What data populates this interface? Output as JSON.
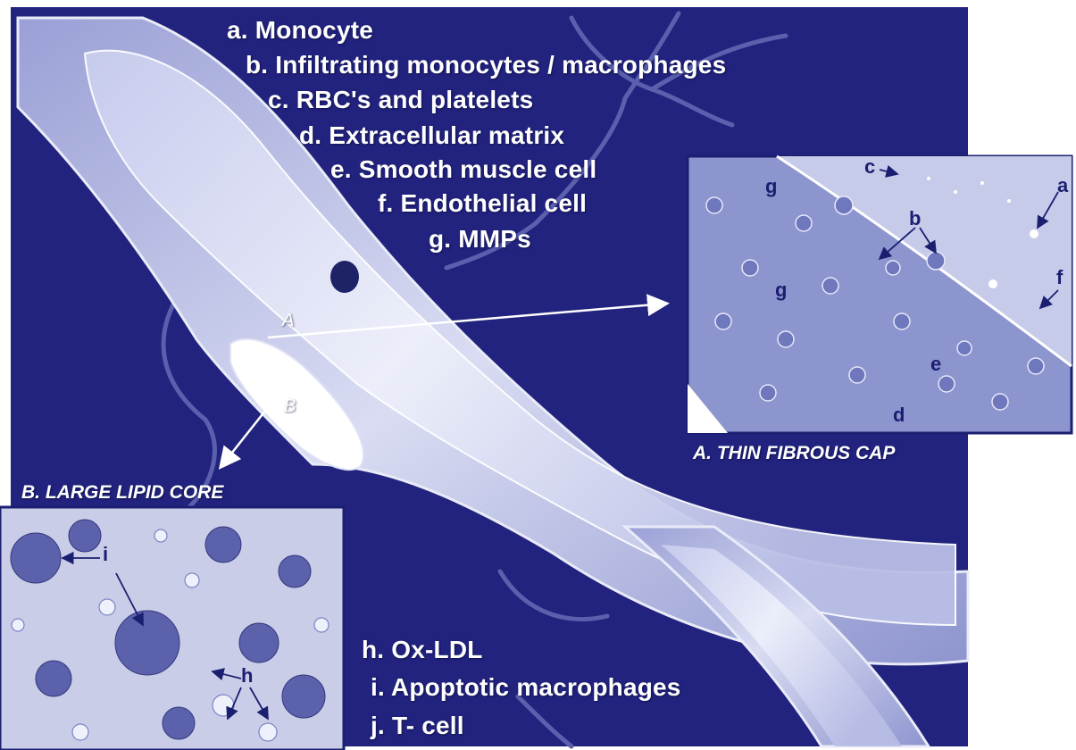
{
  "colors": {
    "background": "#ffffff",
    "panel": "#22237e",
    "vessel": "#b8bde4",
    "inset_a": "#8d95cf",
    "inset_b": "#c9cde8"
  },
  "legend_top": [
    "a. Monocyte",
    "b. Infiltrating monocytes / macrophages",
    "c. RBC's and platelets",
    "d. Extracellular matrix",
    "e. Smooth muscle cell",
    "f. Endothelial cell",
    "g. MMPs"
  ],
  "legend_bottom": [
    "h. Ox-LDL",
    "i. Apoptotic macrophages",
    "j. T- cell"
  ],
  "pointers": {
    "a": "A",
    "b": "B"
  },
  "inset_a": {
    "caption": "A. THIN FIBROUS CAP",
    "labels": {
      "a": "a",
      "b": "b",
      "c": "c",
      "d": "d",
      "e": "e",
      "f": "f",
      "g1": "g",
      "g2": "g"
    }
  },
  "inset_b": {
    "caption": "B. LARGE LIPID CORE",
    "labels": {
      "i": "i",
      "h": "h"
    }
  }
}
